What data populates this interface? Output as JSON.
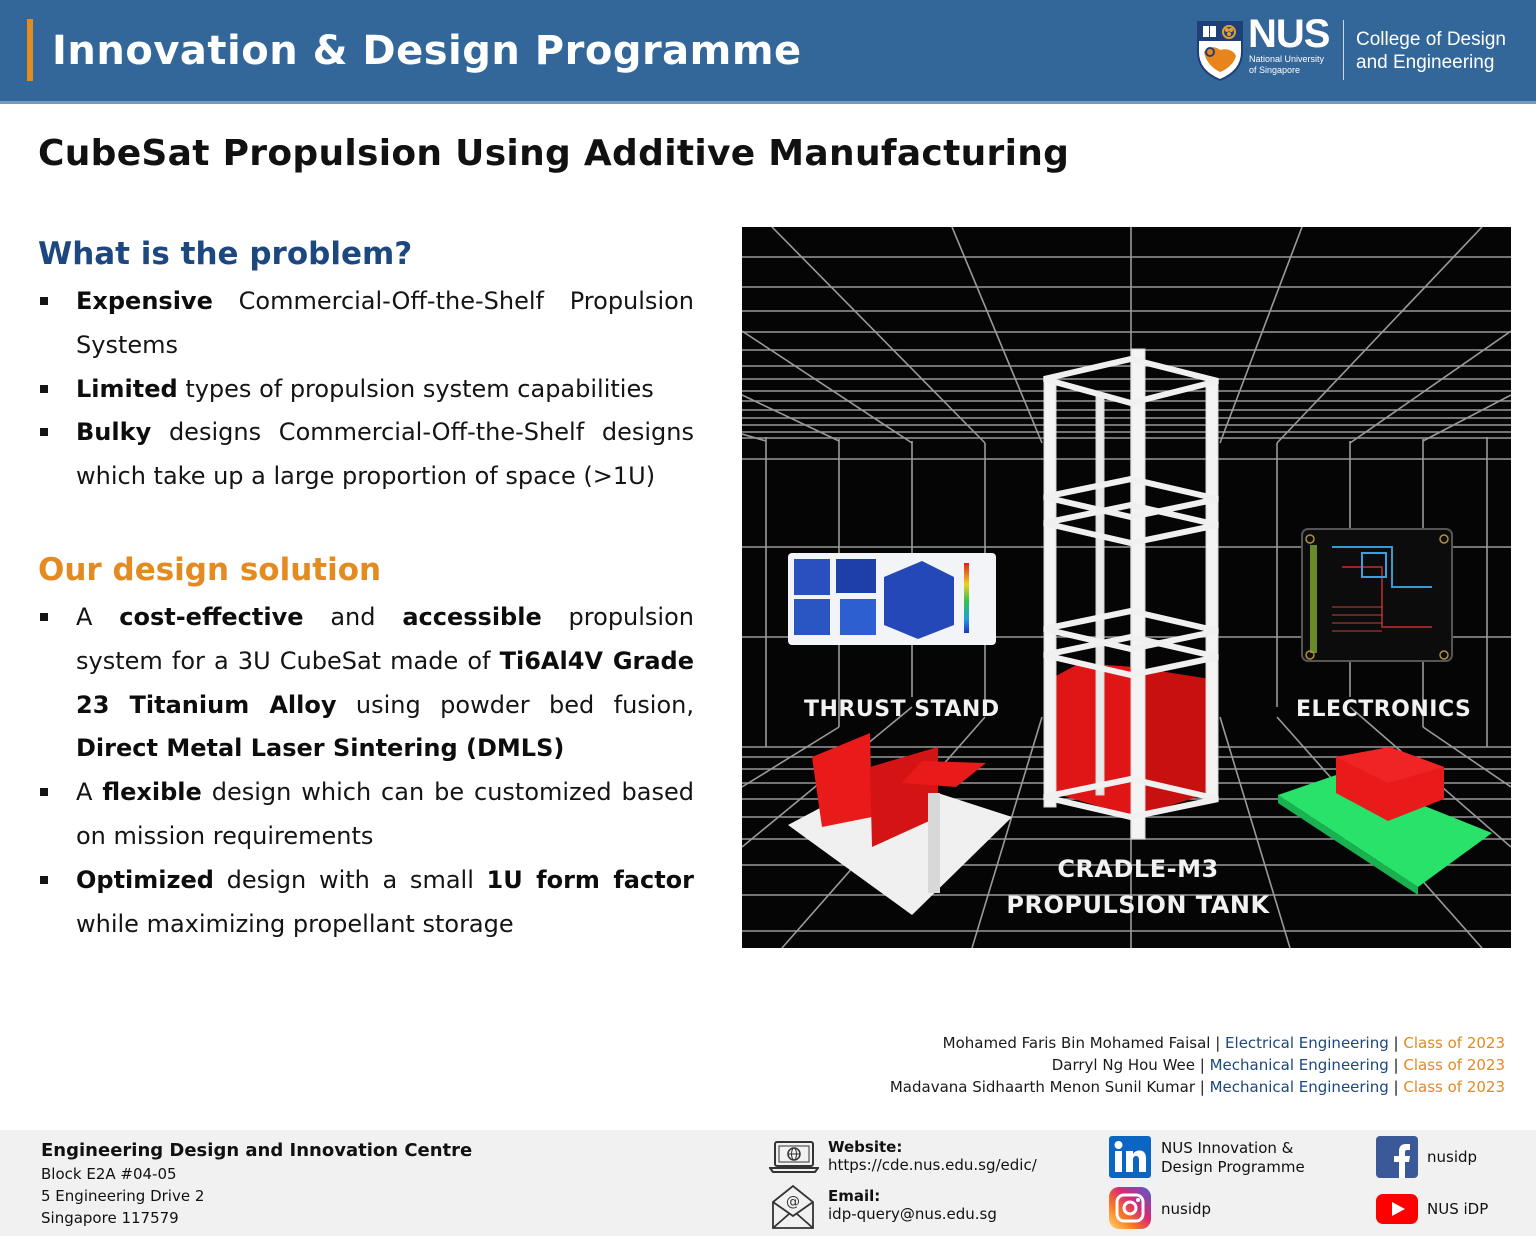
{
  "header": {
    "title": "Innovation & Design Programme",
    "accent_color": "#e38a21",
    "band_color": "#336699",
    "logo": {
      "wordmark": "NUS",
      "sub_line_1": "National University",
      "sub_line_2": "of Singapore",
      "college_line_1": "College of Design",
      "college_line_2": "and Engineering"
    }
  },
  "page_title": "CubeSat Propulsion Using Additive Manufacturing",
  "problem": {
    "heading": "What is the problem?",
    "heading_color": "#1c477f",
    "items": [
      {
        "bold": "Expensive",
        "text": " Commercial-Off-the-Shelf Propulsion Systems"
      },
      {
        "bold": "Limited",
        "text": " types of propulsion system capabilities"
      },
      {
        "bold": "Bulky",
        "text": " designs Commercial-Off-the-Shelf designs which take up a large proportion of space (>1U)"
      }
    ]
  },
  "solution": {
    "heading": "Our design solution",
    "heading_color": "#e38a21",
    "items": [
      {
        "parts": [
          {
            "t": "A ",
            "b": false
          },
          {
            "t": "cost-effective",
            "b": true
          },
          {
            "t": " and ",
            "b": false
          },
          {
            "t": "accessible",
            "b": true
          },
          {
            "t": " propulsion system for a 3U CubeSat made of ",
            "b": false
          },
          {
            "t": "Ti6Al4V Grade 23 Titanium Alloy",
            "b": true
          },
          {
            "t": " using powder bed fusion, ",
            "b": false
          },
          {
            "t": "Direct Metal Laser Sintering (DMLS)",
            "b": true
          }
        ]
      },
      {
        "parts": [
          {
            "t": "A ",
            "b": false
          },
          {
            "t": "flexible",
            "b": true
          },
          {
            "t": " design which can be customized based on mission requirements",
            "b": false
          }
        ]
      },
      {
        "parts": [
          {
            "t": "Optimized",
            "b": true
          },
          {
            "t": " design with a small ",
            "b": false
          },
          {
            "t": "1U form factor",
            "b": true
          },
          {
            "t": " while maximizing propellant storage",
            "b": false
          }
        ]
      }
    ]
  },
  "hero": {
    "labels": {
      "thrust_stand": "THRUST STAND",
      "electronics": "ELECTRONICS",
      "tank_line_1": "CRADLE-M3",
      "tank_line_2": "PROPULSION TANK"
    }
  },
  "credits": [
    {
      "name": "Mohamed Faris Bin Mohamed Faisal",
      "dept": "Electrical Engineering",
      "cls": "Class of 2023"
    },
    {
      "name": "Darryl Ng Hou Wee",
      "dept": "Mechanical Engineering",
      "cls": "Class of 2023"
    },
    {
      "name": "Madavana Sidhaarth Menon Sunil Kumar",
      "dept": "Mechanical Engineering",
      "cls": "Class of 2023"
    }
  ],
  "credit_separator": " | ",
  "footer": {
    "centre_name": "Engineering Design and Innovation Centre",
    "address": [
      "Block E2A #04-05",
      "5 Engineering Drive 2",
      "Singapore 117579"
    ],
    "website_label": "Website:",
    "website": "https://cde.nus.edu.sg/edic/",
    "email_label": "Email:",
    "email": "idp-query@nus.edu.sg",
    "linkedin_line_1": "NUS Innovation &",
    "linkedin_line_2": "Design Programme",
    "instagram": "nusidp",
    "facebook": "nusidp",
    "youtube": "NUS iDP"
  }
}
